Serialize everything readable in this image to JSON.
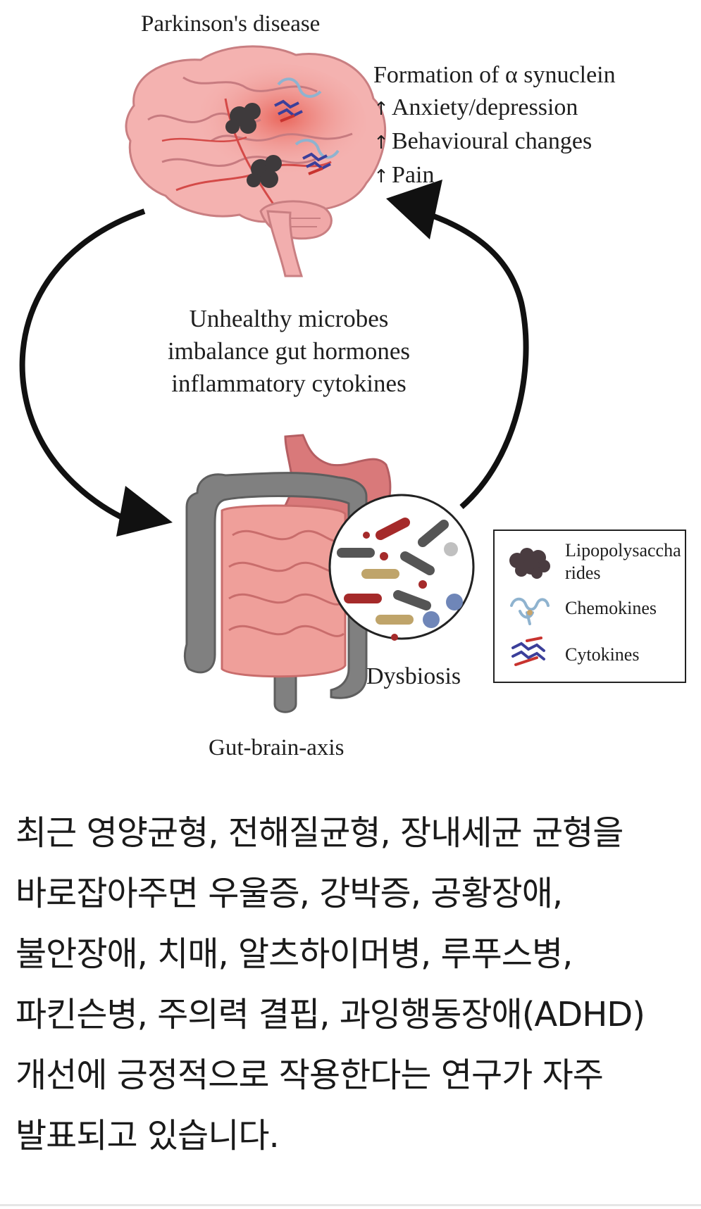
{
  "diagram": {
    "title": "Parkinson's disease",
    "effects": {
      "heading": "Formation of α synuclein",
      "items": [
        "Anxiety/depression",
        "Behavioural changes",
        "Pain"
      ]
    },
    "mechanism_lines": [
      "Unhealthy microbes",
      "imbalance gut hormones",
      "inflammatory cytokines"
    ],
    "dysbiosis_label": "Dysbiosis",
    "axis_label": "Gut-brain-axis",
    "legend": [
      {
        "label": "Lipopolysaccharides",
        "icon": "lipopolysaccharide-icon"
      },
      {
        "label": "Chemokines",
        "icon": "chemokine-icon"
      },
      {
        "label": "Cytokines",
        "icon": "cytokine-icon"
      }
    ]
  },
  "body": {
    "paragraph": "최근 영양균형, 전해질균형, 장내세균 균형을 바로잡아주면 우울증, 강박증, 공황장애, 불안장애, 치매, 알츠하이머병, 루푸스병, 파킨슨병, 주의력 결핍, 과잉행동장애(ADHD) 개선에 긍정적으로 작용한다는 연구가 자주 발표되고 있습니다."
  }
}
